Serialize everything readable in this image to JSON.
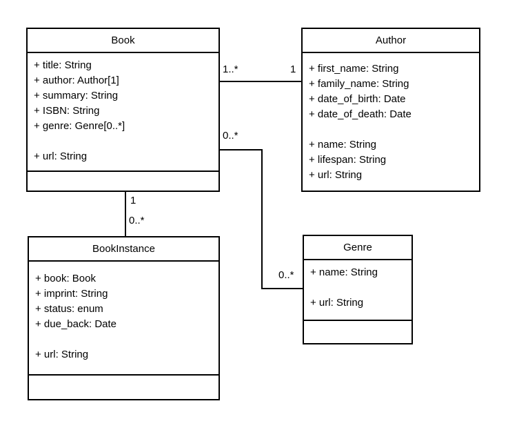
{
  "diagram": {
    "type": "uml-class-diagram",
    "colors": {
      "background": "#ffffff",
      "stroke": "#000000",
      "text": "#000000",
      "box_fill": "#ffffff"
    },
    "classes": [
      {
        "name": "Book",
        "attributes": [
          "+ title: String",
          "+ author: Author[1]",
          "+ summary: String",
          "+ ISBN: String",
          "+ genre: Genre[0..*]",
          "",
          "+ url: String"
        ],
        "methods": []
      },
      {
        "name": "Author",
        "attributes": [
          "+ first_name: String",
          "+ family_name: String",
          "+ date_of_birth: Date",
          "+ date_of_death: Date",
          "",
          "+ name: String",
          "+ lifespan: String",
          "+ url: String"
        ],
        "methods": []
      },
      {
        "name": "BookInstance",
        "attributes": [
          "+ book: Book",
          "+ imprint: String",
          "+ status: enum",
          "+ due_back: Date",
          "",
          "+ url: String"
        ],
        "methods": []
      },
      {
        "name": "Genre",
        "attributes": [
          "+ name: String",
          "",
          "+ url: String"
        ],
        "methods": []
      }
    ],
    "relationships": [
      {
        "from": "Book",
        "to": "Author",
        "from_multiplicity": "1..*",
        "to_multiplicity": "1"
      },
      {
        "from": "Book",
        "to": "Genre",
        "from_multiplicity": "0..*",
        "to_multiplicity": "0..*"
      },
      {
        "from": "Book",
        "to": "BookInstance",
        "from_multiplicity": "1",
        "to_multiplicity": "0..*"
      }
    ]
  }
}
